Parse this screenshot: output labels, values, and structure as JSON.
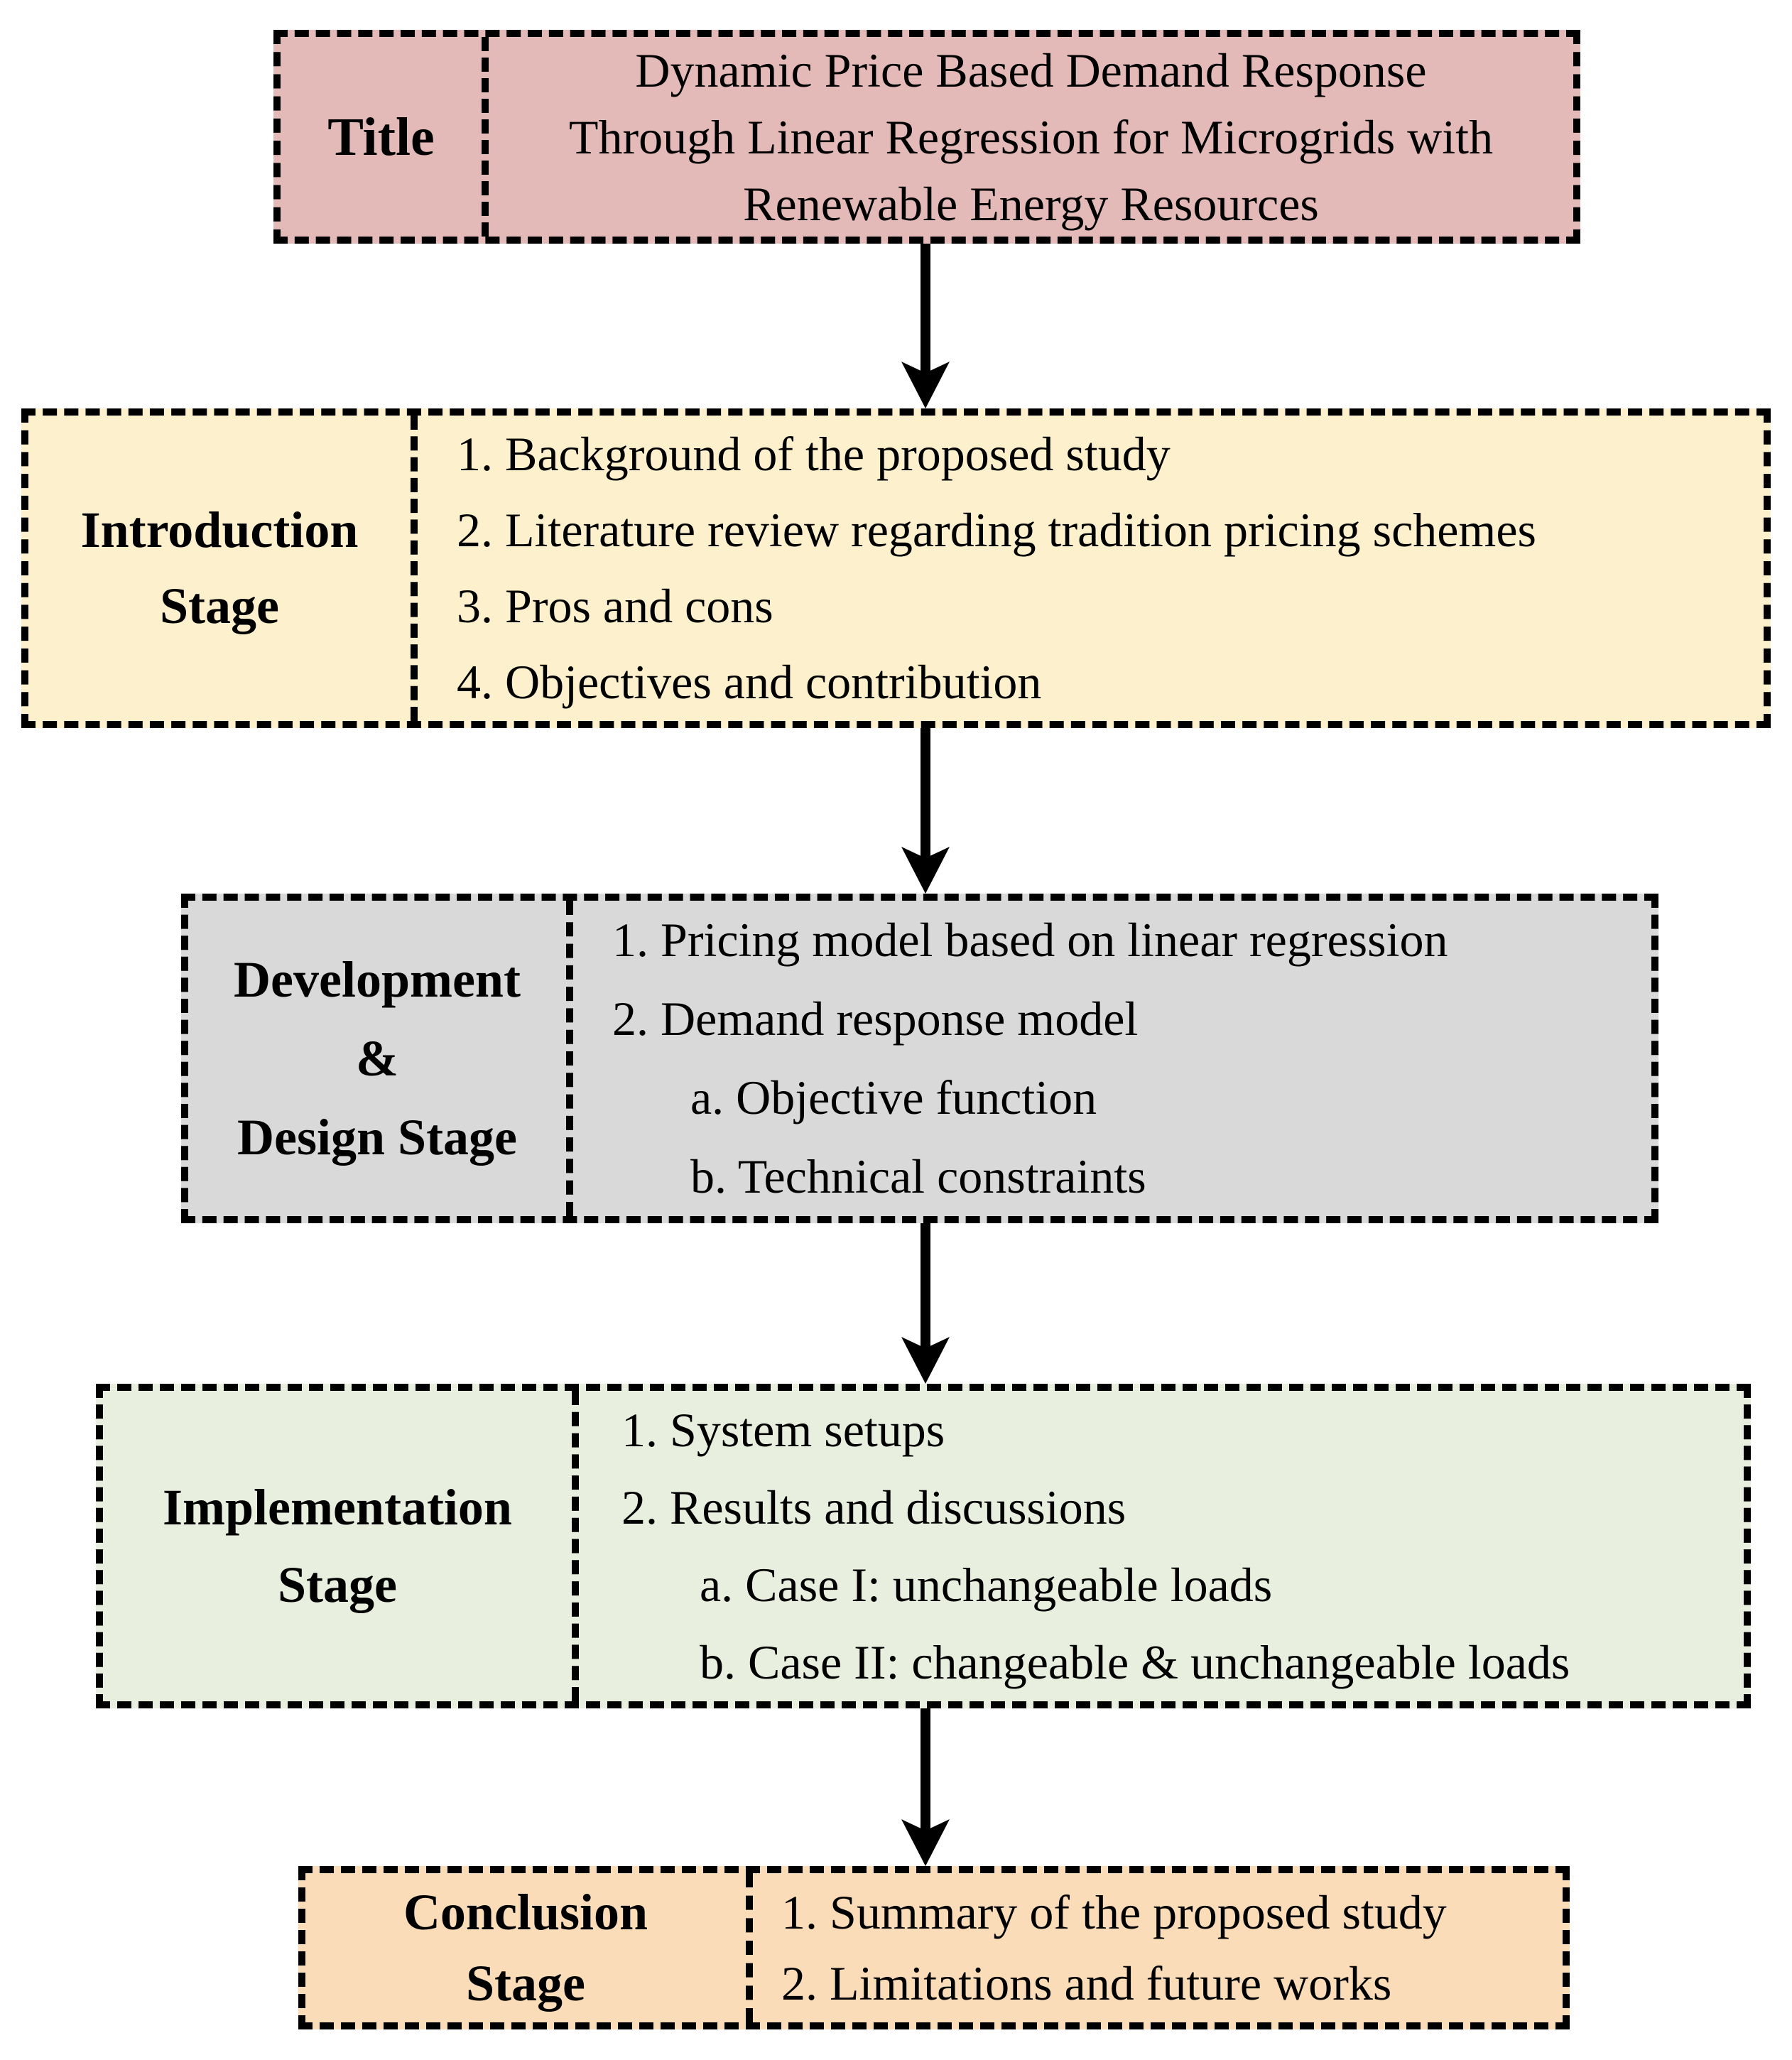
{
  "colors": {
    "page_background": "#ffffff",
    "border": "#000000",
    "arrow": "#000000",
    "title_fill": "#e4bab8",
    "introduction_fill": "#fdf0cd",
    "development_fill": "#d9d9d9",
    "implementation_fill": "#e9efdf",
    "conclusion_fill": "#fadcb9"
  },
  "stages": [
    {
      "name": "title",
      "fill": "#e4bab8",
      "label_lines": [
        "Title"
      ],
      "content_lines": [
        "Dynamic Price Based Demand Response",
        "Through Linear Regression for Microgrids with",
        "Renewable Energy Resources"
      ]
    },
    {
      "name": "introduction-stage",
      "fill": "#fdf0cd",
      "label_lines": [
        "Introduction",
        "Stage"
      ],
      "content_lines": [
        "1. Background of the proposed study",
        "2. Literature review regarding tradition pricing schemes",
        "3. Pros and cons",
        "4. Objectives and contribution"
      ]
    },
    {
      "name": "development-design-stage",
      "fill": "#d9d9d9",
      "label_lines": [
        "Development",
        "&",
        "Design Stage"
      ],
      "content_lines": [
        "1. Pricing model based on linear regression",
        "2. Demand response model",
        "a. Objective function",
        "b. Technical constraints"
      ]
    },
    {
      "name": "implementation-stage",
      "fill": "#e9efdf",
      "label_lines": [
        "Implementation",
        "Stage"
      ],
      "content_lines": [
        "1. System setups",
        "2. Results and discussions",
        "a. Case I: unchangeable loads",
        "b. Case II: changeable & unchangeable loads"
      ]
    },
    {
      "name": "conclusion-stage",
      "fill": "#fadcb9",
      "label_lines": [
        "Conclusion",
        "Stage"
      ],
      "content_lines": [
        "1. Summary of the proposed study",
        "2. Limitations and future works"
      ]
    }
  ]
}
